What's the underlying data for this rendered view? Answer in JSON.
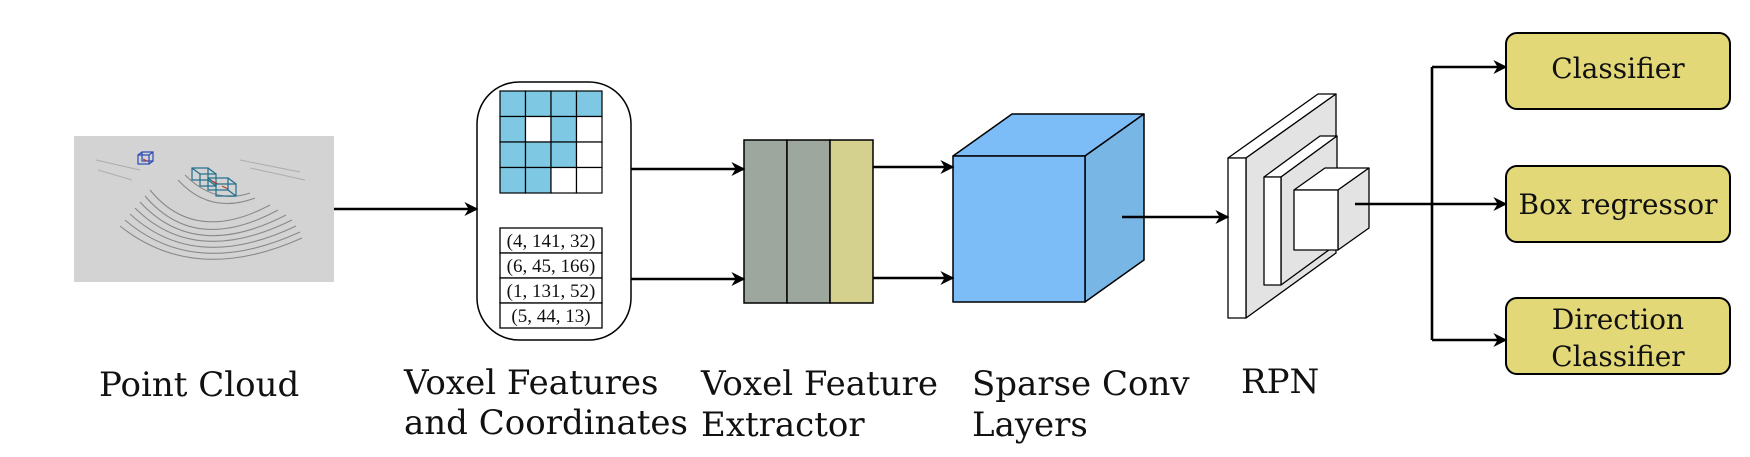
{
  "stages": {
    "point_cloud": {
      "line1": "Point Cloud",
      "line2": ""
    },
    "voxel_features": {
      "line1": "Voxel Features",
      "line2": "and Coordinates"
    },
    "feature_extractor": {
      "line1": "Voxel Feature",
      "line2": "Extractor"
    },
    "sparse_conv": {
      "line1": "Sparse Conv",
      "line2": "Layers"
    },
    "rpn": {
      "line1": "RPN",
      "line2": ""
    }
  },
  "voxel_coordinates": [
    "(4, 141, 32)",
    "(6, 45, 166)",
    "(1, 131, 52)",
    "(5, 44, 13)"
  ],
  "heads": {
    "classifier": {
      "line1": "Classifier",
      "line2": ""
    },
    "box_regressor": {
      "line1": "Box regressor",
      "line2": ""
    },
    "direction_classifier": {
      "line1": "Direction",
      "line2": "Classifier"
    }
  },
  "voxel_grid_filled": [
    [
      1,
      1,
      1,
      1
    ],
    [
      1,
      0,
      1,
      0
    ],
    [
      1,
      1,
      1,
      0
    ],
    [
      1,
      1,
      0,
      0
    ]
  ],
  "colors": {
    "voxel_cell_fill": "#7ec8e3",
    "extractor_gray": "#9ea79d",
    "extractor_yellow": "#d4d18e",
    "cube_front": "#7cbcf7",
    "cube_side": "#78b7e5",
    "head_fill": "#e2d877",
    "point_cloud_bg": "#d3d3d3"
  }
}
